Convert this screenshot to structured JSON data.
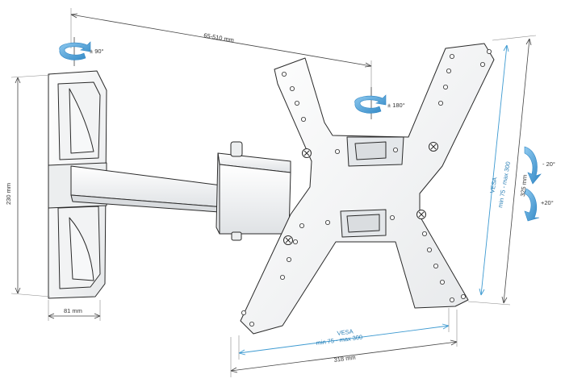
{
  "dimensions": {
    "arm_extension": "65-510 mm",
    "bracket_height": "230 mm",
    "bracket_width": "81 mm",
    "plate_width": "318 mm",
    "plate_height": "325 mm"
  },
  "vesa": {
    "horizontal": {
      "title": "VESA",
      "range": "min 75 - max 300"
    },
    "vertical": {
      "title": "VESA",
      "range": "min 75 - max 300"
    }
  },
  "rotations": {
    "swivel_wall": "± 90°",
    "rotate_plate": "± 180°",
    "tilt_up": "- 20°",
    "tilt_down": "+20°"
  },
  "colors": {
    "dimension_line": "#444444",
    "vesa_line": "#3d9ad1",
    "rotation_arrow": "#4fa3d6",
    "outline": "#2a2a2a"
  }
}
